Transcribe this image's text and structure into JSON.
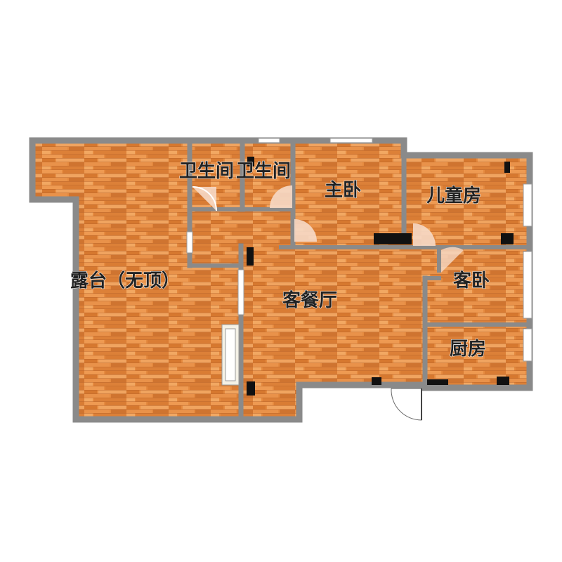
{
  "rooms": {
    "terrace": "露台（无顶）",
    "bath_left": "卫生间",
    "bath_right": "卫生间",
    "master_bedroom": "主卧",
    "kids_room": "儿童房",
    "living_dining": "客餐厅",
    "guest_bedroom": "客卧",
    "kitchen": "厨房"
  },
  "colors": {
    "wall": "#8a8a8a",
    "floor_base": "#e58a3f",
    "floor_light": "#f0a460",
    "floor_dark": "#c96f2a",
    "fixture": "#111111",
    "background": "#ffffff"
  }
}
